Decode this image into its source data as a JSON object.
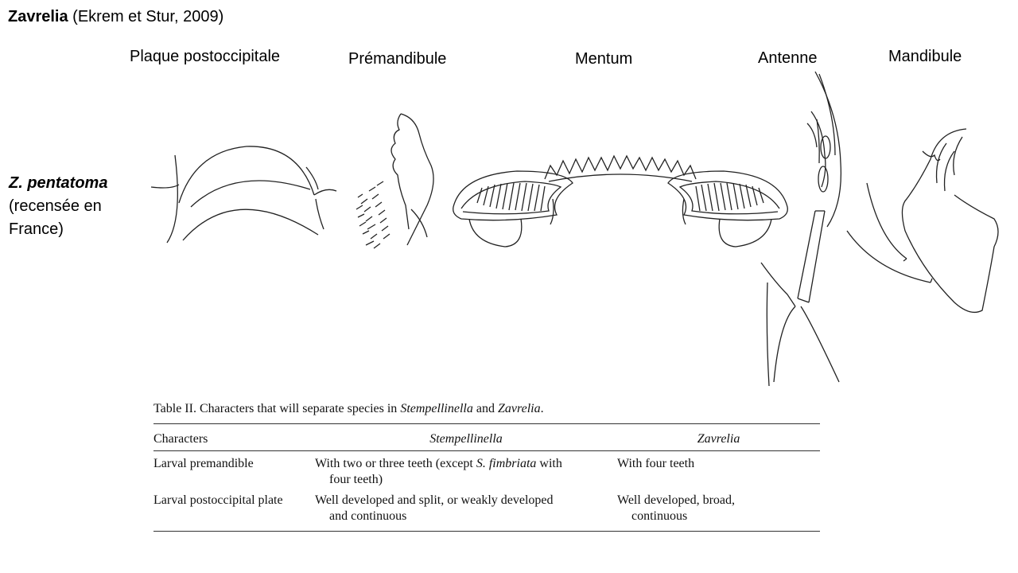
{
  "title": {
    "genus": "Zavrelia",
    "citation": " (Ekrem et Stur, 2009)"
  },
  "columns": {
    "postoccipital": "Plaque postoccipitale",
    "premandible": "Prémandibule",
    "mentum": "Mentum",
    "antenna": "Antenne",
    "mandible": "Mandibule"
  },
  "species": {
    "name": "Z. pentatoma",
    "note_line1": "(recensée en",
    "note_line2": "France)"
  },
  "table": {
    "caption_prefix": "Table II.  Characters that will separate species in ",
    "caption_genus1": "Stempellinella",
    "caption_and": " and ",
    "caption_genus2": "Zavrelia",
    "caption_end": ".",
    "headers": {
      "characters": "Characters",
      "stempellinella": "Stempellinella",
      "zavrelia": "Zavrelia"
    },
    "rows": [
      {
        "character": "Larval premandible",
        "stemp_a": "With two or three teeth (except ",
        "stemp_italic": "S. fimbriata",
        "stemp_b": " with",
        "stemp_cont": "four teeth)",
        "zav_1": "With four teeth",
        "zav_2": ""
      },
      {
        "character": "Larval postoccipital plate",
        "stemp_a": "Well developed and split, or weakly developed",
        "stemp_italic": "",
        "stemp_b": "",
        "stemp_cont": "and continuous",
        "zav_1": "Well developed, broad,",
        "zav_2": "continuous"
      }
    ]
  }
}
